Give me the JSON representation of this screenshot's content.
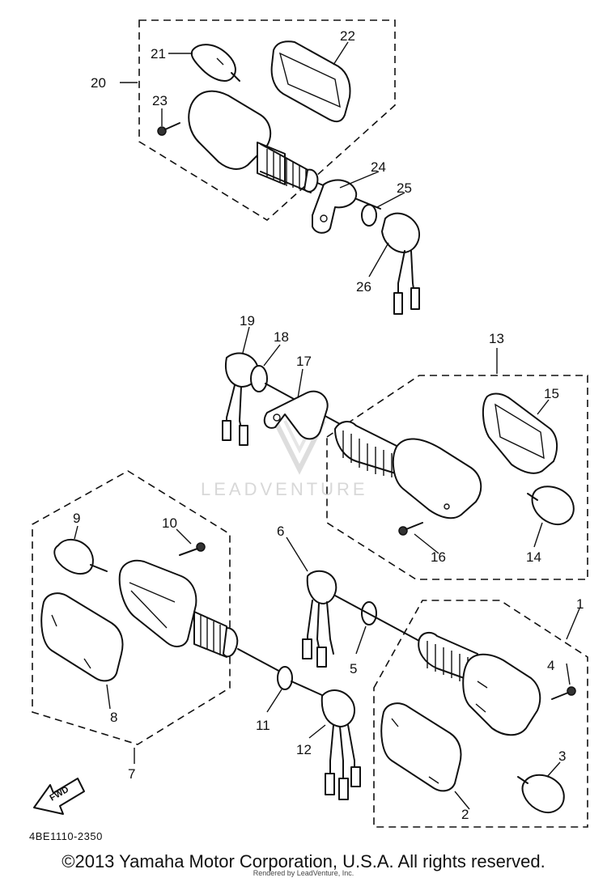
{
  "diagram": {
    "part_code": "4BE1110-2350",
    "watermark": "LEADVENTURE",
    "fwd_label": "FWD",
    "callouts": [
      "1",
      "2",
      "3",
      "4",
      "5",
      "6",
      "7",
      "8",
      "9",
      "10",
      "11",
      "12",
      "13",
      "14",
      "15",
      "16",
      "17",
      "18",
      "19",
      "20",
      "21",
      "22",
      "23",
      "24",
      "25",
      "26"
    ]
  },
  "footer": {
    "copyright": "©2013 Yamaha Motor Corporation, U.S.A. All rights reserved.",
    "rendered_by": "Rendered by LeadVenture, Inc."
  }
}
